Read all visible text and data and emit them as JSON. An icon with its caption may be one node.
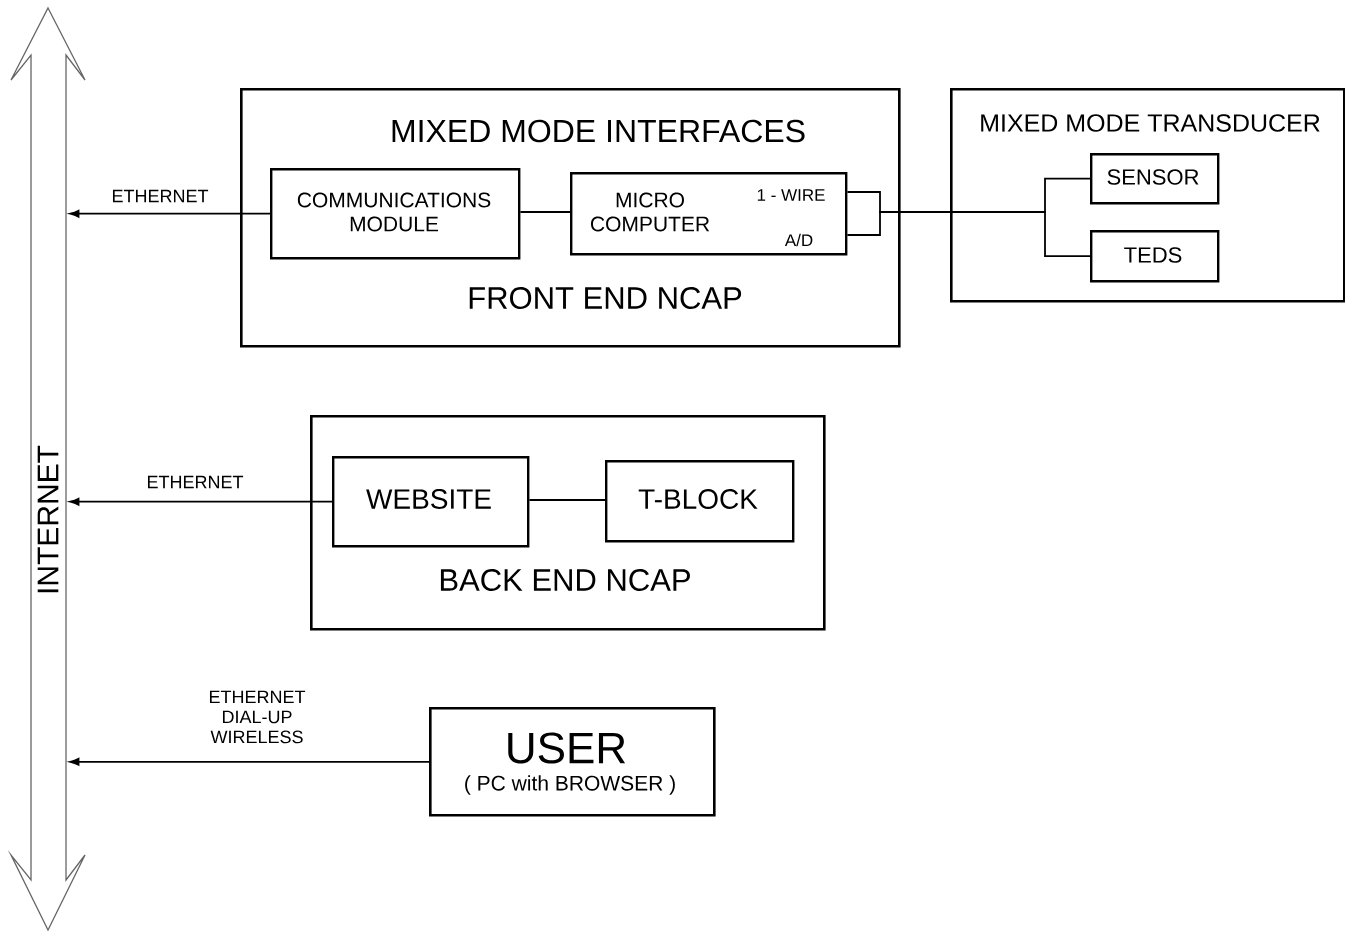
{
  "diagram": {
    "nodes": [
      {
        "text": [
          "INTERNET"
        ]
      },
      {
        "text": [
          "MIXED MODE INTERFACES",
          "FRONT END NCAP"
        ]
      },
      {
        "text": [
          "COMMUNICATIONS MODULE"
        ],
        "in": 1
      },
      {
        "text": [
          "MICRO COMPUTER",
          "1 - WIRE",
          "A/D"
        ],
        "in": 1
      },
      {
        "text": [
          "MIXED MODE TRANSDUCER"
        ]
      },
      {
        "text": [
          "SENSOR"
        ],
        "in": 4
      },
      {
        "text": [
          "TEDS"
        ],
        "in": 4
      },
      {
        "text": [
          "BACK END NCAP"
        ]
      },
      {
        "text": [
          "WEBSITE"
        ],
        "in": 7
      },
      {
        "text": [
          "T-BLOCK"
        ],
        "in": 7
      },
      {
        "text": [
          "USER",
          "( PC with BROWSER )"
        ]
      }
    ],
    "edges": [
      {
        "from": 2,
        "to": 0,
        "arrow": "to",
        "label": "ETHERNET"
      },
      {
        "from": 2,
        "to": 3,
        "arrow": "none"
      },
      {
        "from": 3,
        "to": 5,
        "arrow": "none"
      },
      {
        "from": 3,
        "to": 6,
        "arrow": "none"
      },
      {
        "from": 8,
        "to": 0,
        "arrow": "to",
        "label": "ETHERNET"
      },
      {
        "from": 8,
        "to": 9,
        "arrow": "none"
      },
      {
        "from": 10,
        "to": 0,
        "arrow": "to",
        "label": "ETHERNET DIAL-UP WIRELESS"
      }
    ]
  }
}
